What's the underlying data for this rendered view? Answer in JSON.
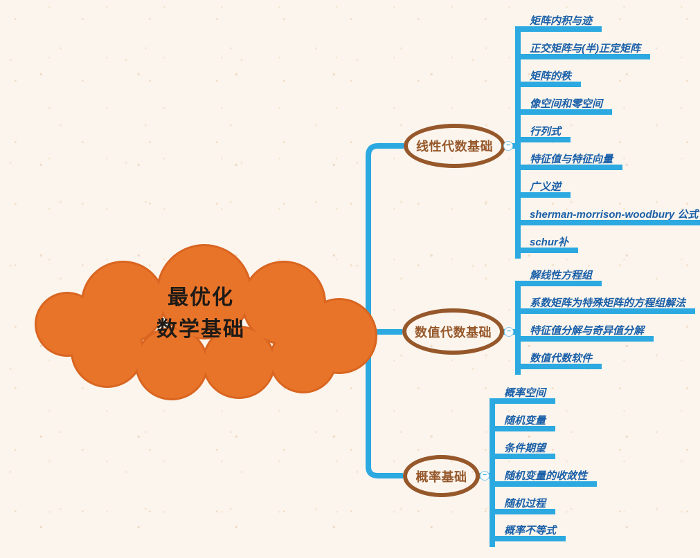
{
  "root": {
    "line1": "最优化",
    "line2": "数学基础"
  },
  "ui": {
    "collapse_glyph": "−"
  },
  "branches": [
    {
      "label": "线性代数基础",
      "items": [
        "矩阵内积与迹",
        "正交矩阵与(半)正定矩阵",
        "矩阵的秩",
        "像空间和零空间",
        "行列式",
        "特征值与特征向量",
        "广义逆",
        "sherman-morrison-woodbury 公式",
        "schur补"
      ]
    },
    {
      "label": "数值代数基础",
      "items": [
        "解线性方程组",
        "系数矩阵为特殊矩阵的方程组解法",
        "特征值分解与奇异值分解",
        "数值代数软件"
      ]
    },
    {
      "label": "概率基础",
      "items": [
        "概率空间",
        "随机变量",
        "条件期望",
        "随机变量的收敛性",
        "随机过程",
        "概率不等式"
      ]
    }
  ],
  "colors": {
    "branch_line": "#2BA9E0",
    "leaf_text": "#1A5FA8",
    "node_border": "#96582B",
    "node_text": "#96582B",
    "cloud_fill": "#E8742A",
    "cloud_stroke": "#D96520",
    "root_text": "#1E1A16",
    "background": "#FBF5ED"
  }
}
